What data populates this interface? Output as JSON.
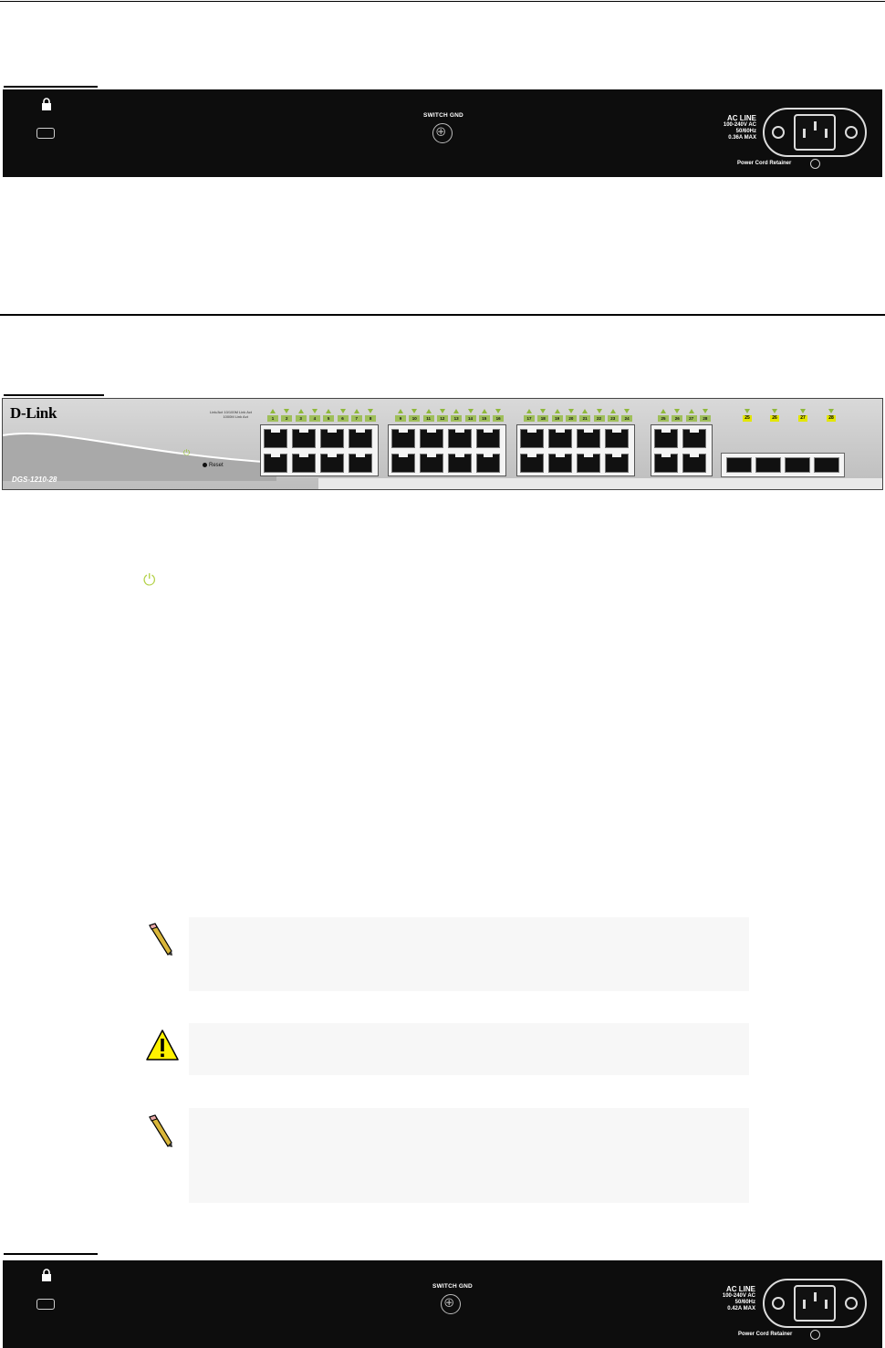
{
  "rear_panel_1": {
    "gnd_label": "SWITCH GND",
    "ac_line": "AC LINE",
    "ac_voltage": "100-240V AC",
    "ac_freq": "50/60Hz",
    "ac_current": "0.36A MAX",
    "power_cord_retainer": "Power Cord Retainer"
  },
  "front_panel": {
    "brand": "D-Link",
    "model": "DGS-1210-28",
    "legend_line1": "Link/Act 10/100M",
    "legend_link": "Link",
    "legend_act": "Act",
    "legend_line2": "1000M",
    "reset_label": "Reset",
    "port_groups": [
      {
        "ports": [
          "1",
          "2",
          "3",
          "4",
          "5",
          "6",
          "7",
          "8"
        ]
      },
      {
        "ports": [
          "9",
          "10",
          "11",
          "12",
          "13",
          "14",
          "15",
          "16"
        ]
      },
      {
        "ports": [
          "17",
          "18",
          "19",
          "20",
          "21",
          "22",
          "23",
          "24"
        ]
      },
      {
        "ports": [
          "25",
          "26",
          "27",
          "28"
        ]
      }
    ],
    "sfp_ports": [
      "25",
      "26",
      "27",
      "28"
    ]
  },
  "rear_panel_2": {
    "gnd_label": "SWITCH GND",
    "ac_line": "AC LINE",
    "ac_voltage": "100-240V AC",
    "ac_freq": "50/60Hz",
    "ac_current": "0.42A MAX",
    "power_cord_retainer": "Power Cord Retainer"
  },
  "notes": [
    {
      "icon": "pencil-note-icon"
    },
    {
      "icon": "warning-triangle-icon"
    },
    {
      "icon": "pencil-note-icon"
    }
  ]
}
